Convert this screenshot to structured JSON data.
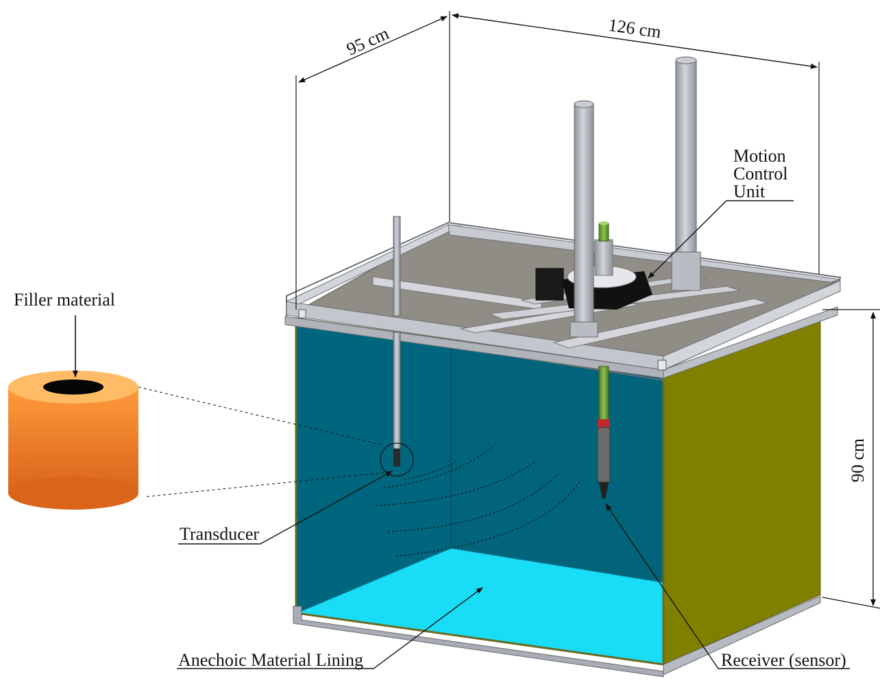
{
  "dimensions": {
    "depth": "95 cm",
    "width": "126 cm",
    "height": "90 cm"
  },
  "labels": {
    "filler": "Filler material",
    "motion": [
      "Motion",
      "Control",
      "Unit"
    ],
    "transducer": "Transducer",
    "anechoic": "Anechoic Material Lining",
    "receiver": "Receiver (sensor)"
  },
  "colors": {
    "tank_water": "#00667d",
    "tank_floor": "#19dcf6",
    "tank_side": "#808000",
    "frame": "#a8acb5",
    "cylinder_top": "#ffbb66",
    "cylinder_body": "#e0731f"
  }
}
